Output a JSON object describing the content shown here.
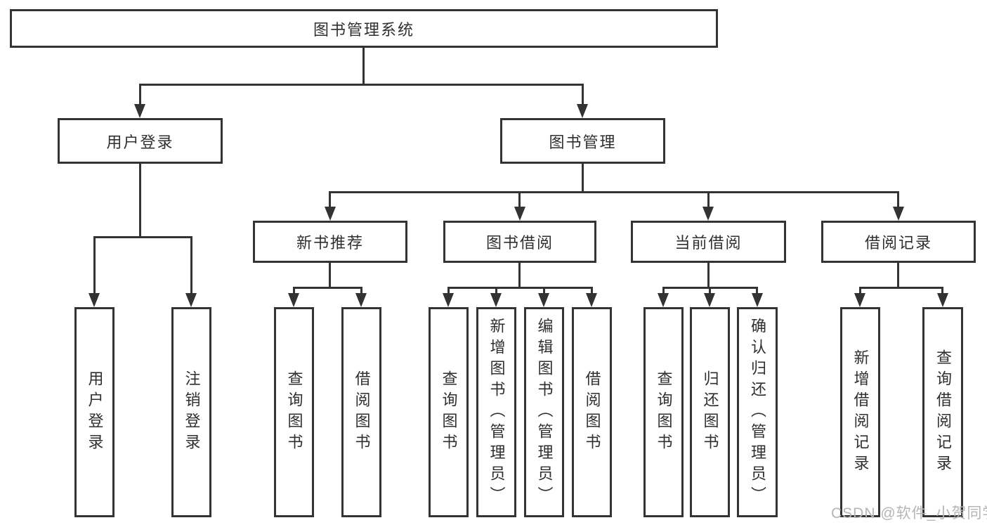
{
  "tree": {
    "root": {
      "label": "图书管理系统",
      "children": [
        {
          "label": "用户登录",
          "children": [
            {
              "label": "用户登录"
            },
            {
              "label": "注销登录"
            }
          ]
        },
        {
          "label": "图书管理",
          "children": [
            {
              "label": "新书推荐",
              "children": [
                {
                  "label": "查询图书"
                },
                {
                  "label": "借阅图书"
                }
              ]
            },
            {
              "label": "图书借阅",
              "children": [
                {
                  "label": "查询图书"
                },
                {
                  "label": "新增图书（管理员）"
                },
                {
                  "label": "编辑图书（管理员）"
                },
                {
                  "label": "借阅图书"
                }
              ]
            },
            {
              "label": "当前借阅",
              "children": [
                {
                  "label": "查询图书"
                },
                {
                  "label": "归还图书"
                },
                {
                  "label": "确认归还（管理员）"
                }
              ]
            },
            {
              "label": "借阅记录",
              "children": [
                {
                  "label": "新增借阅记录"
                },
                {
                  "label": "查询借阅记录"
                }
              ]
            }
          ]
        }
      ]
    }
  },
  "watermark": {
    "label": "CSDN @软件_小贺同学"
  },
  "colors": {
    "line": "#333333",
    "text": "#2f2f2f",
    "watermark": "#b5b5b5",
    "background": "#ffffff"
  }
}
